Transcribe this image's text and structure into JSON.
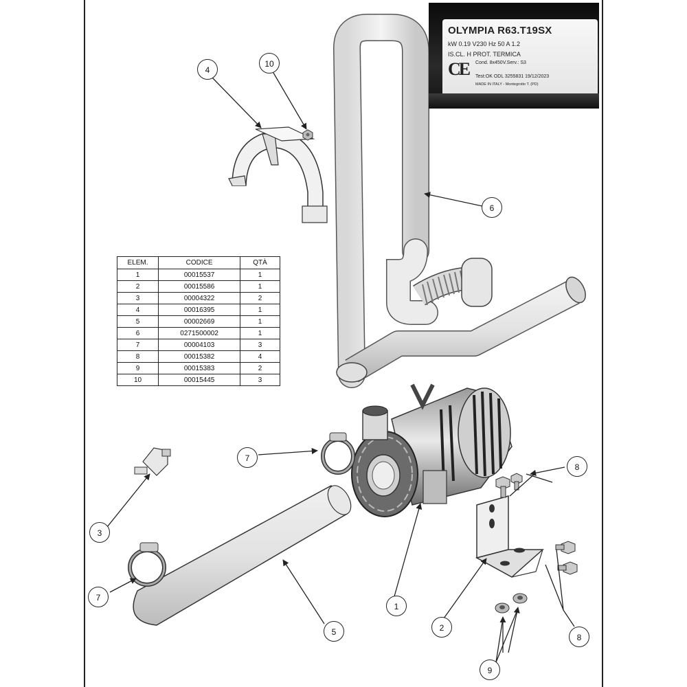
{
  "parts_table": {
    "headers": [
      "ELEM.",
      "CODICE",
      "QTÀ"
    ],
    "rows": [
      [
        "1",
        "00015537",
        "1"
      ],
      [
        "2",
        "00015586",
        "1"
      ],
      [
        "3",
        "00004322",
        "2"
      ],
      [
        "4",
        "00016395",
        "1"
      ],
      [
        "5",
        "00002669",
        "1"
      ],
      [
        "6",
        "0271500002",
        "1"
      ],
      [
        "7",
        "00004103",
        "3"
      ],
      [
        "8",
        "00015382",
        "4"
      ],
      [
        "9",
        "00015383",
        "2"
      ],
      [
        "10",
        "00015445",
        "3"
      ]
    ]
  },
  "motor_label": {
    "model": "OLYMPIA R63.T19SX",
    "specs": "kW 0.19   V230   Hz 50   A 1.2",
    "insulation": "IS.CL. H   PROT. TERMICA",
    "capacitor": "Cond. 8x450V.Serv.: S3",
    "test": "Test:OK ODL 3255831  19/12/2023",
    "made_in": "MADE IN ITALY - Montegrotto T. (PD)",
    "ce_mark": "CE"
  },
  "callouts": {
    "c1": "1",
    "c2": "2",
    "c3": "3",
    "c4": "4",
    "c5": "5",
    "c6": "6",
    "c7a": "7",
    "c7b": "7",
    "c8a": "8",
    "c8b": "8",
    "c9": "9",
    "c10": "10"
  }
}
